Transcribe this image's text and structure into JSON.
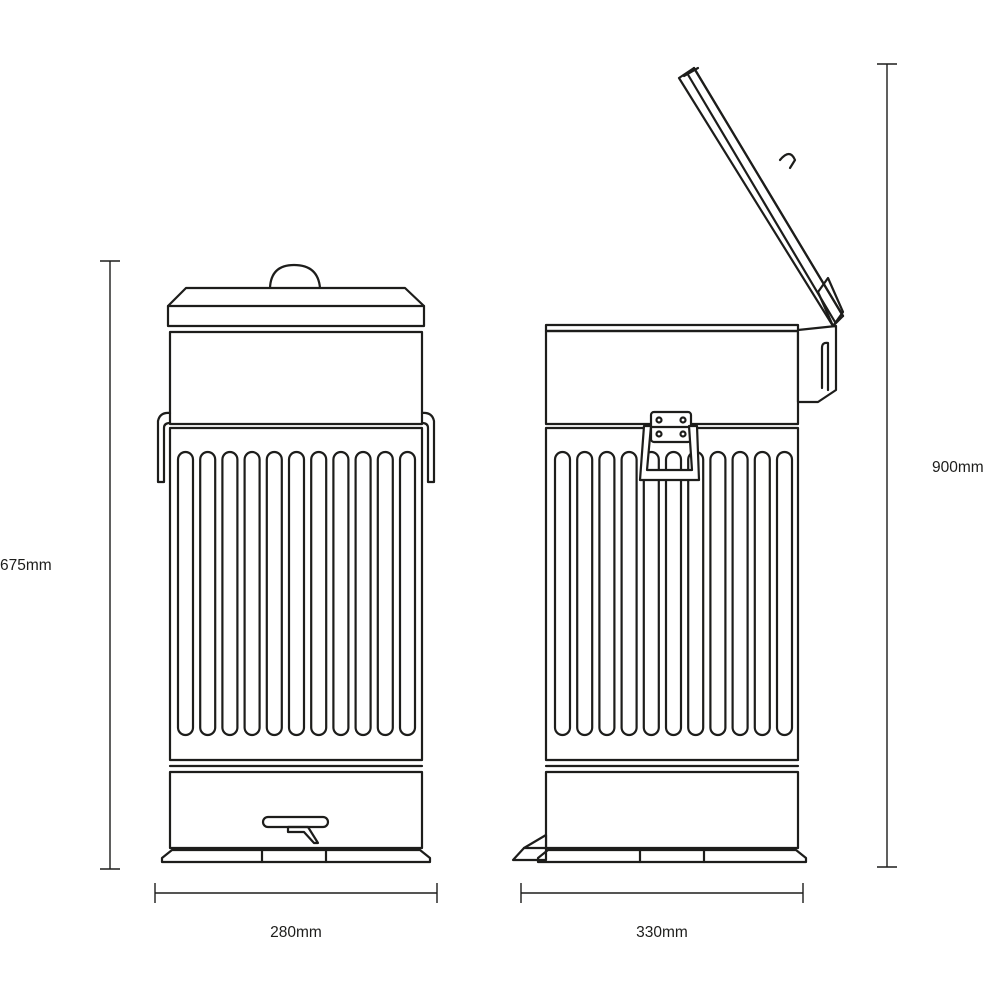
{
  "colors": {
    "line": "#1d1d1b",
    "background": "#ffffff"
  },
  "dimensions": {
    "front_height": "675mm",
    "front_width": "280mm",
    "side_width": "330mm",
    "side_open_height": "900mm"
  },
  "views": {
    "front": {
      "flute_count": 11
    },
    "side": {
      "flute_count": 11,
      "lid_state": "open"
    }
  }
}
